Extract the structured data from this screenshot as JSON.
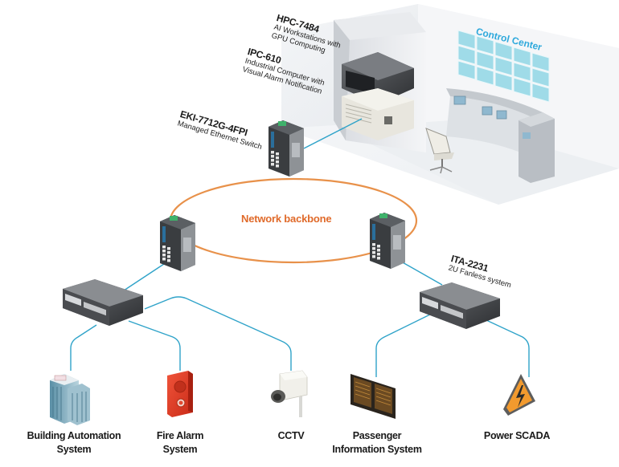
{
  "diagram": {
    "backbone": {
      "label": "Network backbone",
      "color": "#e8914a"
    },
    "link_color": "#2fa3c9",
    "control_center": {
      "label": "Control Center",
      "label_color": "#2ea9dc"
    },
    "devices": {
      "hpc": {
        "model": "HPC-7484",
        "description_line1": "AI Workstations with",
        "description_line2": "GPU Computing"
      },
      "ipc": {
        "model": "IPC-610",
        "description_line1": "Industrial Computer with",
        "description_line2": "Visual Alarm Notification"
      },
      "switch": {
        "model": "EKI-7712G-4FPI",
        "description": "Managed Ethernet Switch"
      },
      "ita": {
        "model": "ITA-2231",
        "description": "2U Fanless system"
      }
    },
    "endpoints": [
      {
        "line1": "Building Automation",
        "line2": "System",
        "icon": "building-icon"
      },
      {
        "line1": "Fire Alarm",
        "line2": "System",
        "icon": "fire-alarm-icon"
      },
      {
        "line1": "CCTV",
        "line2": "",
        "icon": "cctv-camera-icon"
      },
      {
        "line1": "Passenger",
        "line2": "Information System",
        "icon": "passenger-display-icon"
      },
      {
        "line1": "Power SCADA",
        "line2": "",
        "icon": "high-voltage-warning-icon"
      }
    ]
  }
}
